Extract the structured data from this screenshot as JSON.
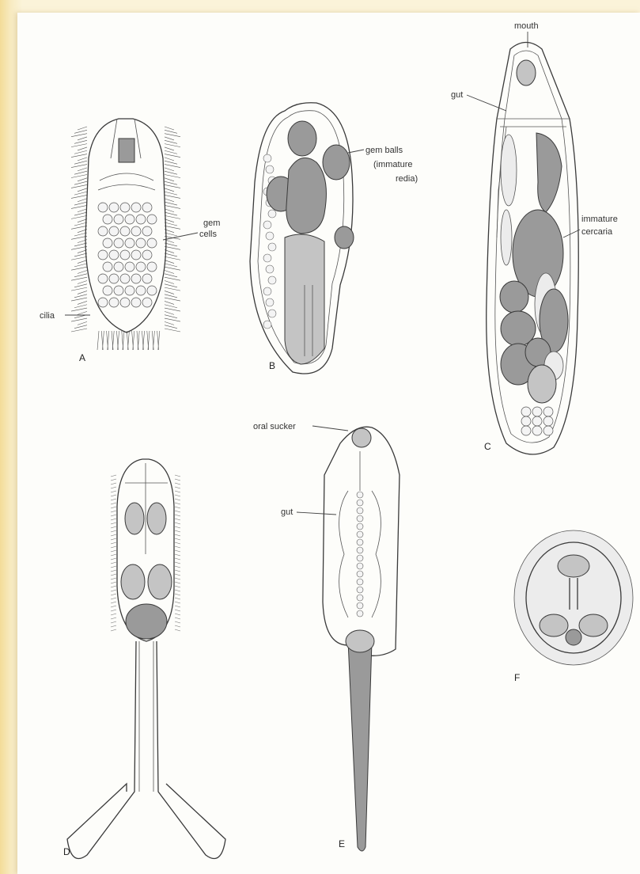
{
  "figure_letters": {
    "a": "A",
    "b": "B",
    "c": "C",
    "d": "D",
    "e": "E",
    "f": "F"
  },
  "labels": {
    "gem_cells_line1": "gem",
    "gem_cells_line2": "cells",
    "cilia": "cilia",
    "gem_balls_line1": "gem balls",
    "gem_balls_line2": "(immature",
    "gem_balls_line3": "redia)",
    "mouth": "mouth",
    "gut_c": "gut",
    "immature_cercaria_line1": "immature",
    "immature_cercaria_line2": "cercaria",
    "oral_sucker": "oral sucker",
    "gut_e": "gut"
  },
  "colors": {
    "frame": "#f3dc98",
    "paper": "#fdfdfa",
    "ink": "#3a3a3a"
  }
}
